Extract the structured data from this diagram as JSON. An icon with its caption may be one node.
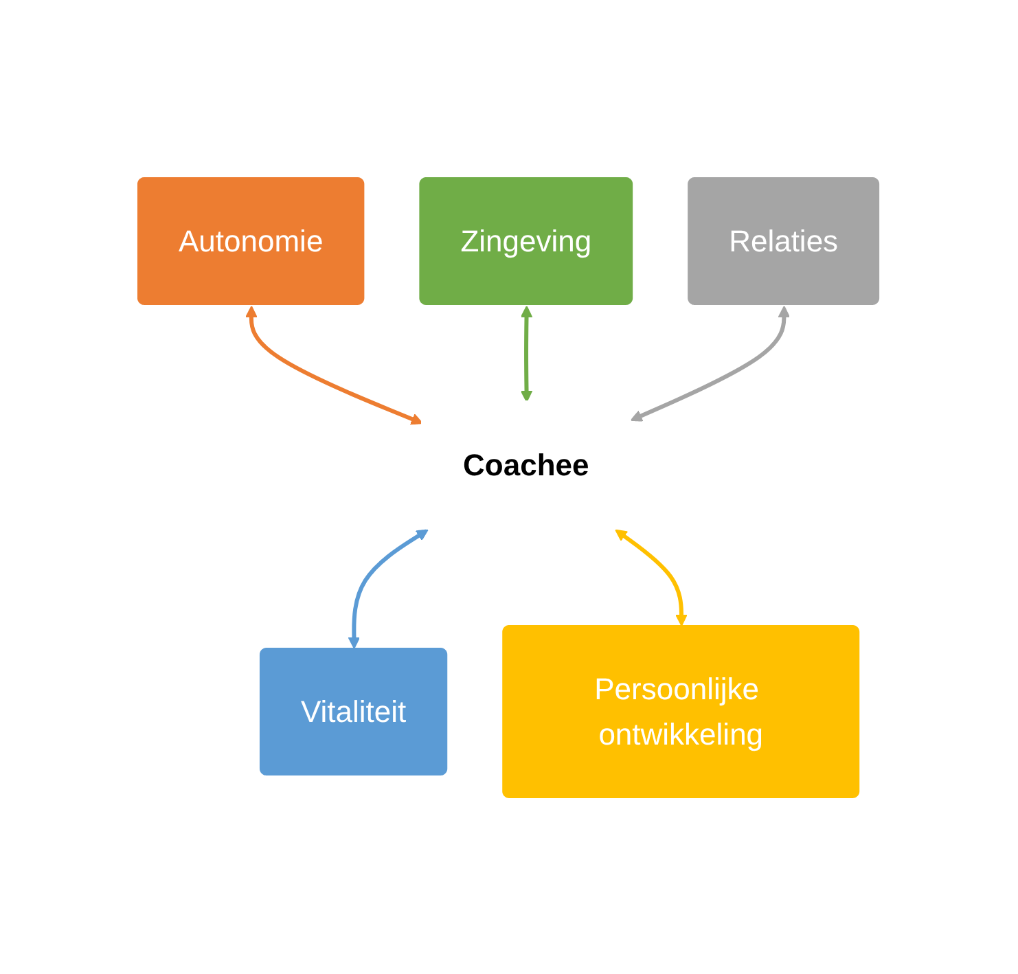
{
  "diagram": {
    "nodes": [
      {
        "text": [
          "Autonomie"
        ]
      },
      {
        "text": [
          "Zingeving"
        ]
      },
      {
        "text": [
          "Relaties"
        ]
      },
      {
        "text": [
          "Coachee"
        ]
      },
      {
        "text": [
          "Vitaliteit"
        ]
      },
      {
        "text": [
          "Persoonlijke ontwikkeling"
        ]
      }
    ],
    "edges": [
      {
        "from": 0,
        "to": 3,
        "arrow": "both",
        "color": "#ed7d31"
      },
      {
        "from": 1,
        "to": 3,
        "arrow": "both",
        "color": "#70ad47"
      },
      {
        "from": 2,
        "to": 3,
        "arrow": "both",
        "color": "#a5a5a5"
      },
      {
        "from": 3,
        "to": 4,
        "arrow": "both",
        "color": "#5b9bd5"
      },
      {
        "from": 3,
        "to": 5,
        "arrow": "both",
        "color": "#ffc000"
      }
    ]
  }
}
